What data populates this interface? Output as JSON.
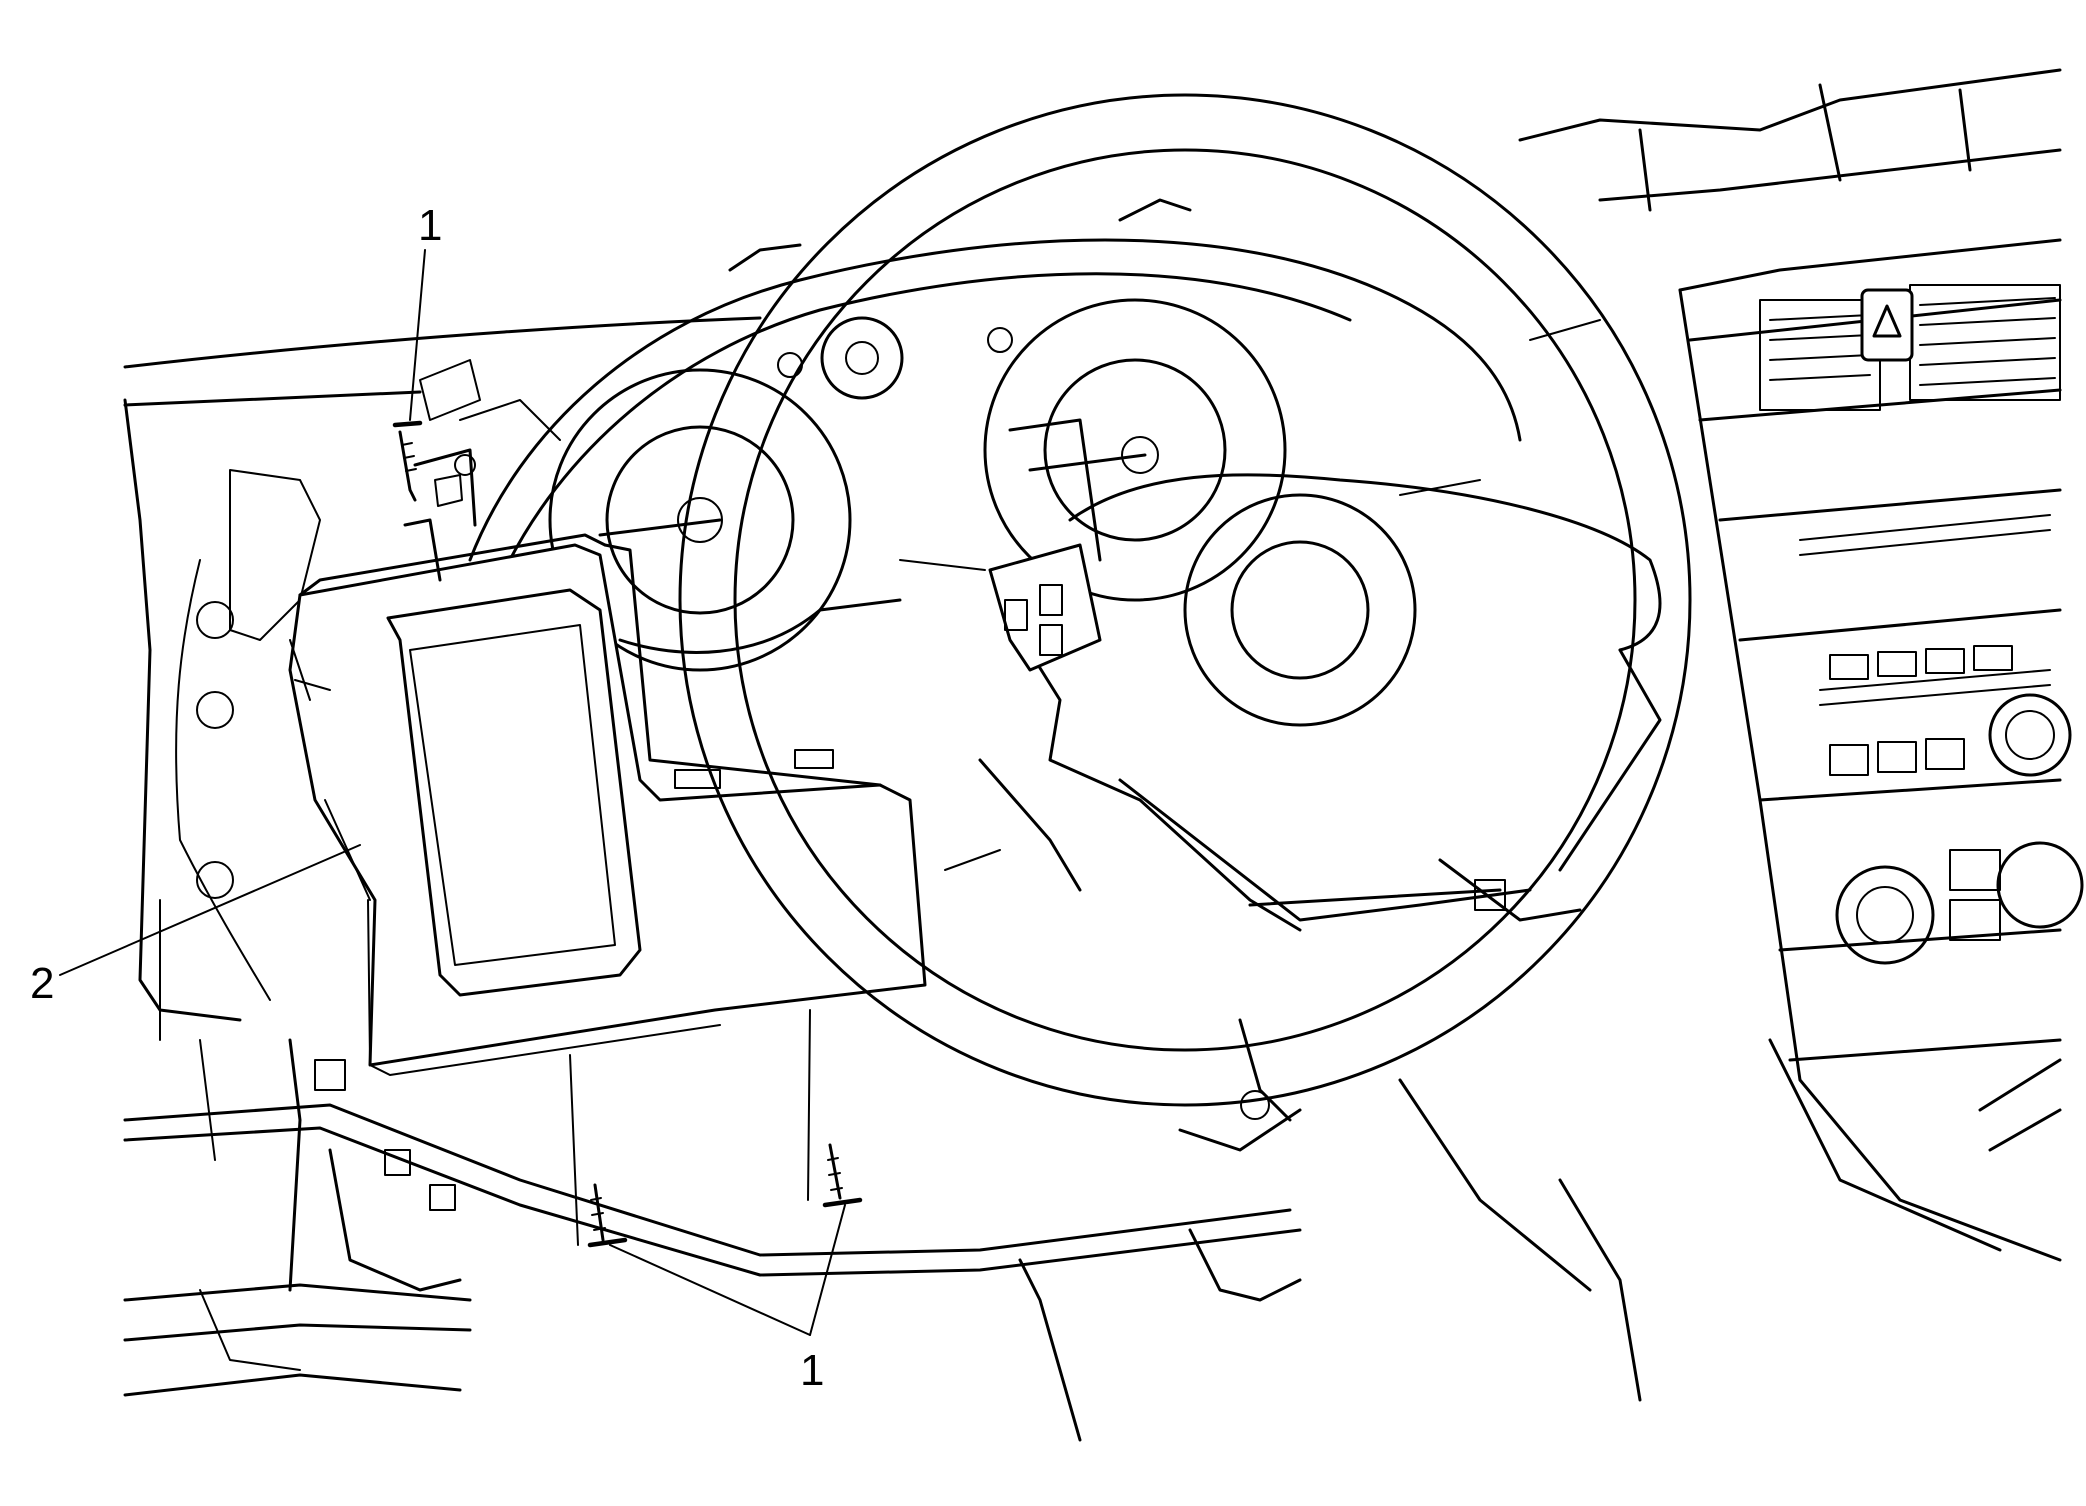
{
  "callouts": {
    "top_bolt": "1",
    "cluster": "2",
    "bottom_bolts": "1"
  }
}
